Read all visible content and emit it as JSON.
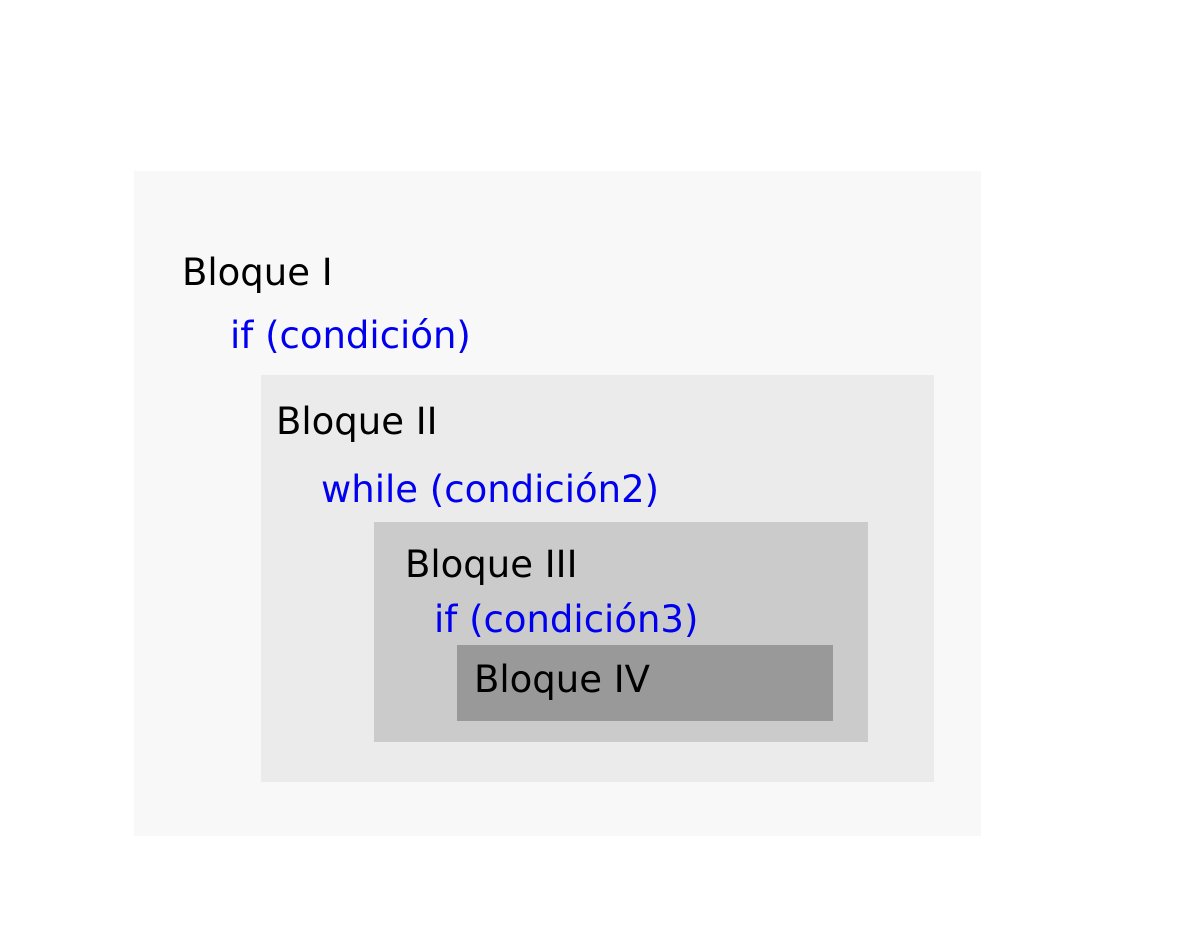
{
  "blocks": [
    {
      "label": "Bloque I",
      "condition": "if (condición)",
      "color": "#f8f8f8"
    },
    {
      "label": "Bloque II",
      "condition": "while (condición2)",
      "color": "#ebebeb"
    },
    {
      "label": "Bloque III",
      "condition": "if (condición3)",
      "color": "#cbcbcb"
    },
    {
      "label": "Bloque IV",
      "color": "#999999"
    }
  ],
  "colors": {
    "block_text": "#000000",
    "condition_text": "#0000ee",
    "background": "#ffffff"
  }
}
